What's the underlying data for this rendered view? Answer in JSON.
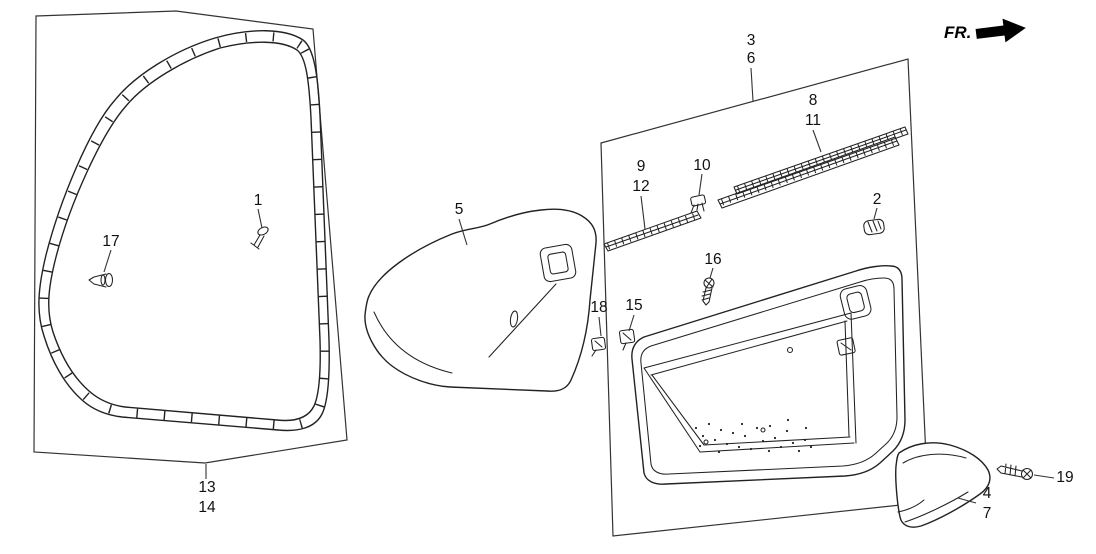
{
  "diagram": {
    "direction_indicator": "FR.",
    "part_labels": {
      "n1": "1",
      "n2": "2",
      "n3": "3",
      "n4": "4",
      "n5": "5",
      "n6": "6",
      "n7": "7",
      "n8": "8",
      "n9": "9",
      "n10": "10",
      "n11": "11",
      "n12": "12",
      "n13": "13",
      "n14": "14",
      "n15": "15",
      "n16": "16",
      "n17": "17",
      "n18": "18",
      "n19": "19"
    },
    "colors": {
      "line": "#222222",
      "background": "#ffffff"
    }
  }
}
